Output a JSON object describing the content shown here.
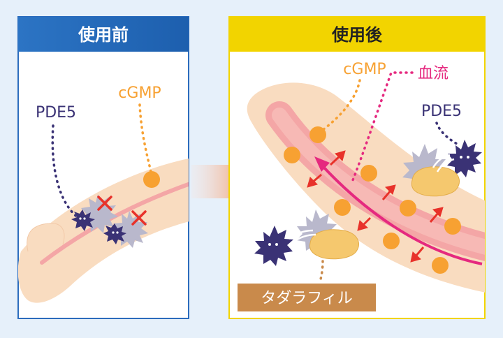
{
  "panels": {
    "before": {
      "title": "使用前"
    },
    "after": {
      "title": "使用後"
    }
  },
  "labels": {
    "cgmp_before": "cGMP",
    "pde5_before": "PDE5",
    "cgmp_after": "cGMP",
    "blood_flow": "血流",
    "pde5_after": "PDE5",
    "tadalafil": "タダラフィル"
  },
  "colors": {
    "before_header": "#1d5fae",
    "after_header": "#f2d400",
    "cgmp": "#f7a132",
    "pde5": "#3a3275",
    "blood_flow": "#e5297f",
    "tadalafil_label": "#c98a4b",
    "skin": "#f9dcc0",
    "transition_arrow": "#f36c21"
  },
  "icons": {
    "pde5_enzyme": "spiky-star-face-icon",
    "blocked": "red-x-icon",
    "tadalafil_pill": "oval-pill-icon",
    "transition": "right-arrow-icon"
  }
}
